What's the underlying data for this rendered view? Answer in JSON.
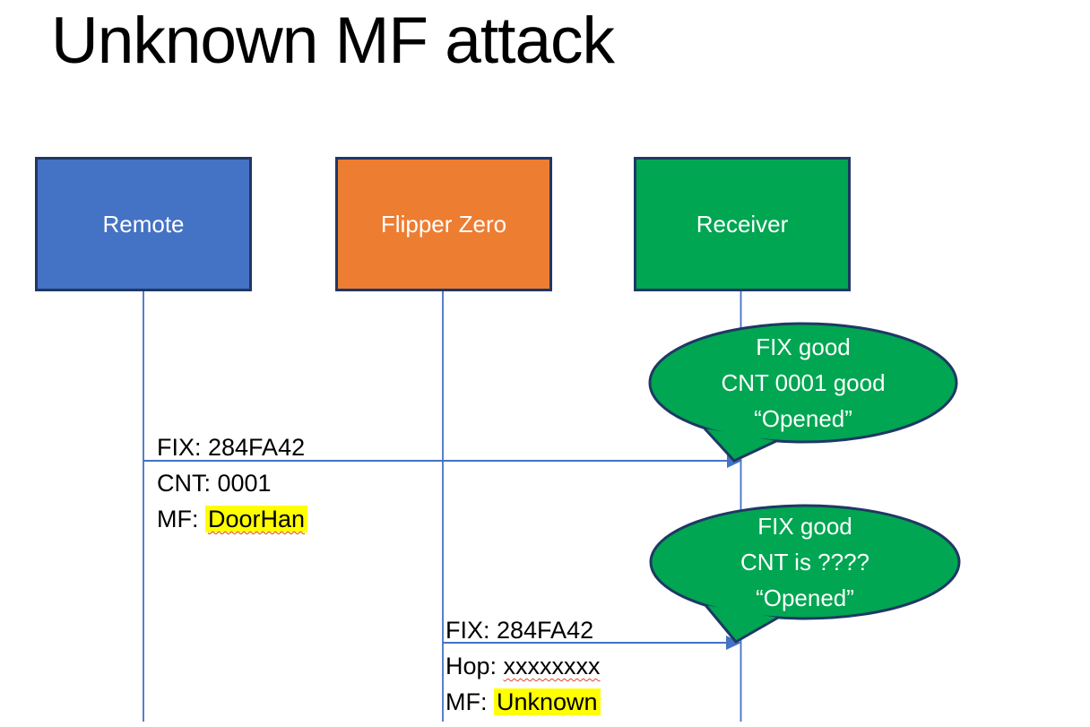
{
  "title": "Unknown MF attack",
  "colors": {
    "actor_border": "#1F3864",
    "remote_fill": "#4472C4",
    "flipper_fill": "#ED7D31",
    "receiver_fill": "#00A651",
    "lifeline_blue": "#4472C4",
    "callout_fill": "#00A651",
    "callout_border": "#1F3864",
    "highlight_yellow": "#FFFF00",
    "squiggle_red": "#E0442C",
    "text_black": "#000000",
    "text_white": "#FFFFFF"
  },
  "actors": [
    {
      "id": "remote",
      "label": "Remote"
    },
    {
      "id": "flipper",
      "label": "Flipper Zero"
    },
    {
      "id": "receiver",
      "label": "Receiver"
    }
  ],
  "messages": [
    {
      "from": "remote",
      "to": "receiver",
      "lines": [
        {
          "prefix": "FIX: 284FA42",
          "value": ""
        },
        {
          "prefix": "CNT: 0001",
          "value": ""
        },
        {
          "prefix": "MF: ",
          "value": "DoorHan"
        }
      ]
    },
    {
      "from": "flipper",
      "to": "receiver",
      "lines": [
        {
          "prefix": "FIX: 284FA42",
          "value": ""
        },
        {
          "prefix": "Hop: ",
          "value": "xxxxxxxx"
        },
        {
          "prefix": "MF: ",
          "value": "Unknown"
        }
      ]
    }
  ],
  "callouts": [
    {
      "lines": [
        "FIX good",
        "CNT 0001 good",
        "“Opened”"
      ]
    },
    {
      "lines": [
        "FIX good",
        "CNT is ????",
        "“Opened”"
      ]
    }
  ]
}
